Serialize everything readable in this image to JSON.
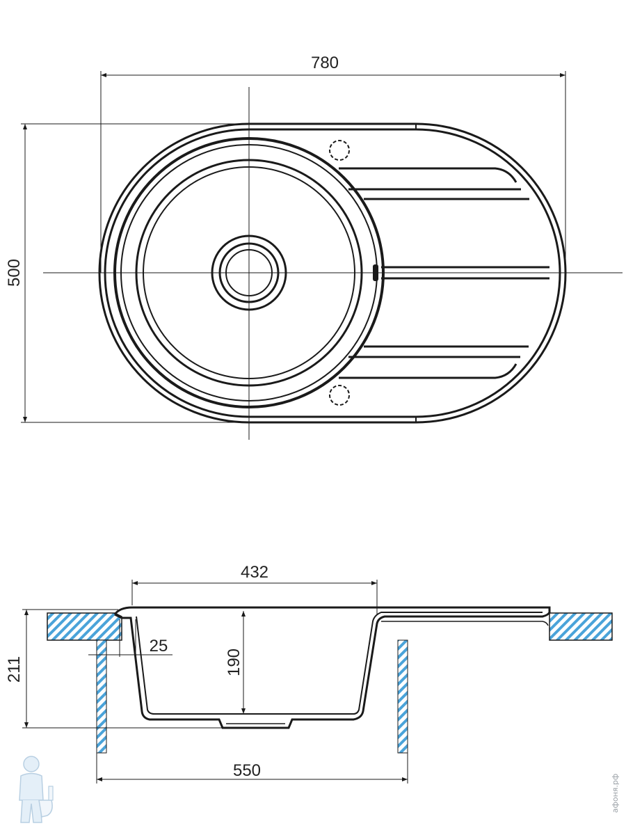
{
  "top_view": {
    "dim_width": "780",
    "dim_height": "500"
  },
  "section_view": {
    "dim_bowl_width": "432",
    "dim_rim": "25",
    "dim_bowl_depth": "190",
    "dim_total_depth": "211",
    "dim_cabinet_width": "550"
  },
  "watermark": {
    "site": "афоня.рф"
  },
  "colors": {
    "line": "#1a1a1a",
    "hatch": "#4aa3d9",
    "background": "#ffffff"
  }
}
